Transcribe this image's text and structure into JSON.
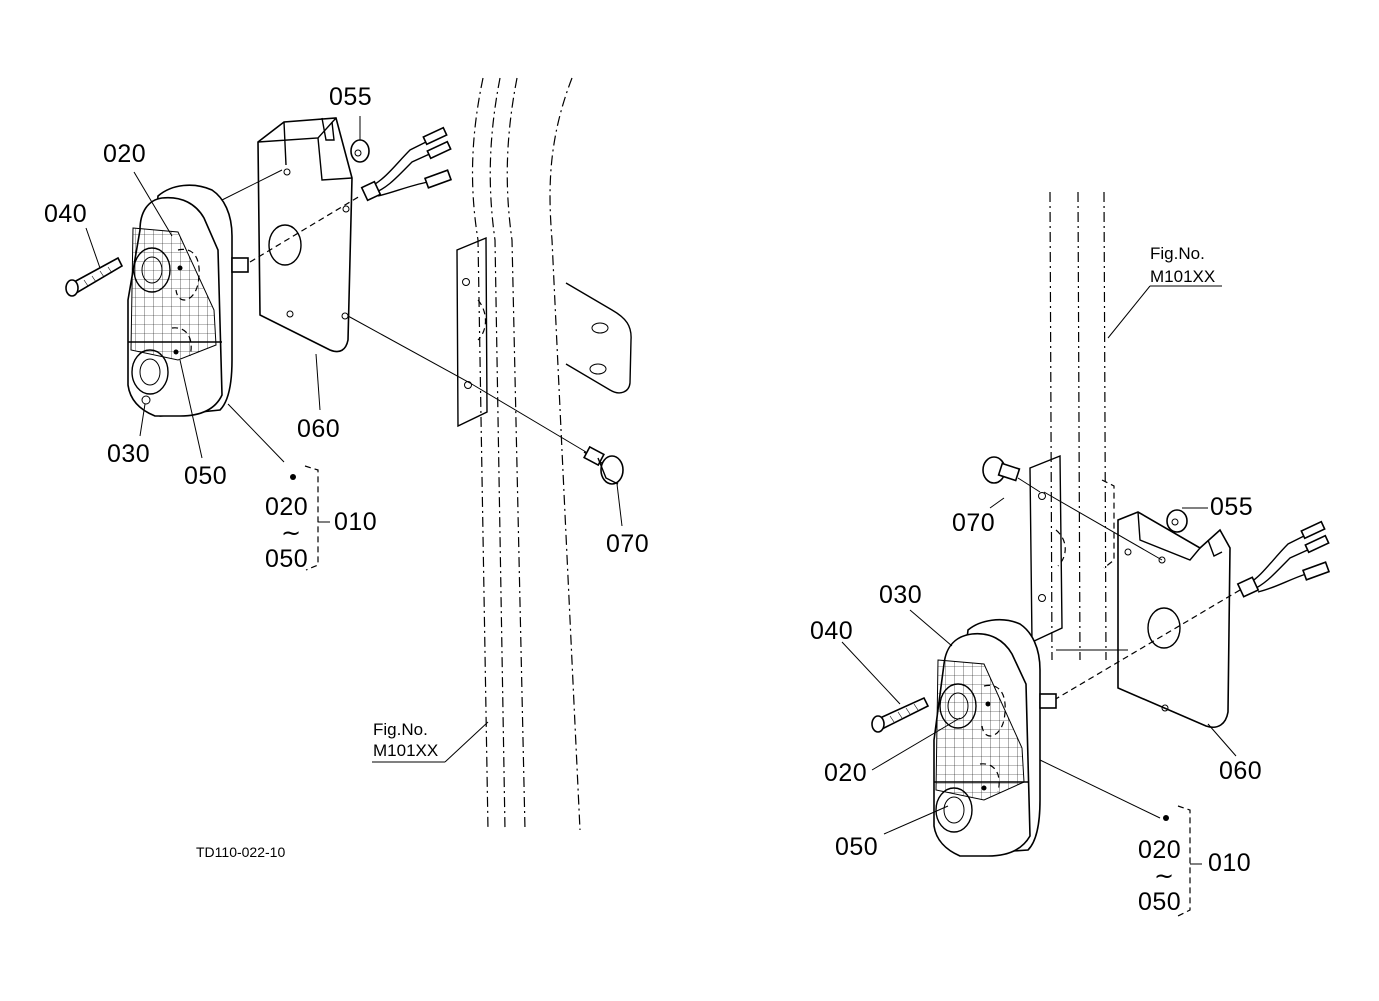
{
  "drawing_code": "TD110-022-10",
  "left_view": {
    "callouts": {
      "p055": "055",
      "p020": "020",
      "p040": "040",
      "p060": "060",
      "p030": "030",
      "p050": "050",
      "p070": "070"
    },
    "assembly": {
      "from": "020",
      "tilde": "~",
      "to": "050",
      "parent": "010"
    },
    "fig_ref": {
      "line1": "Fig.No.",
      "line2": "M101XX"
    }
  },
  "right_view": {
    "callouts": {
      "p070": "070",
      "p055": "055",
      "p030": "030",
      "p040": "040",
      "p020": "020",
      "p050": "050",
      "p060": "060"
    },
    "assembly": {
      "from": "020",
      "tilde": "~",
      "to": "050",
      "parent": "010"
    },
    "fig_ref": {
      "line1": "Fig.No.",
      "line2": "M101XX"
    }
  }
}
